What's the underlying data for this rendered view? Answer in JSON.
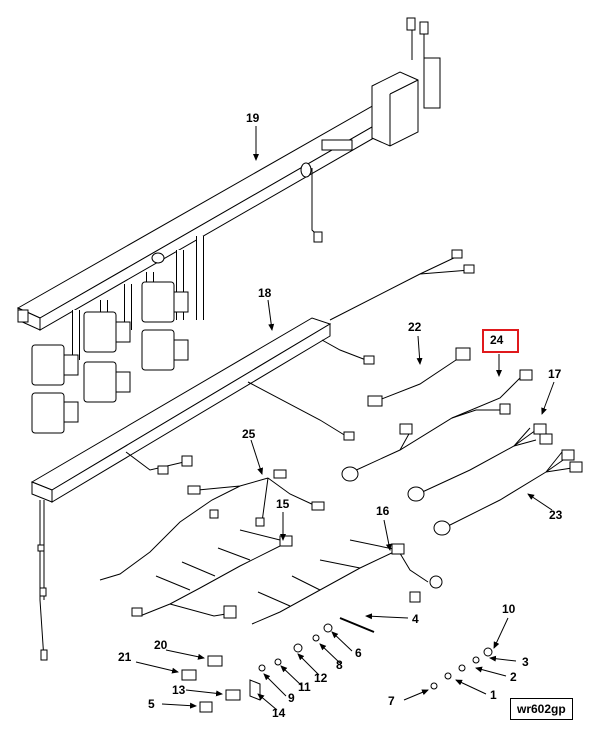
{
  "figure_id": "wr602gp",
  "highlight_color": "#e0191c",
  "highlighted_callout": "24",
  "callouts": {
    "c1": "1",
    "c2": "2",
    "c3": "3",
    "c4": "4",
    "c5": "5",
    "c6": "6",
    "c7": "7",
    "c8": "8",
    "c9": "9",
    "c10": "10",
    "c11": "11",
    "c12": "12",
    "c13": "13",
    "c14": "14",
    "c15": "15",
    "c16": "16",
    "c17": "17",
    "c18": "18",
    "c19": "19",
    "c20": "20",
    "c21": "21",
    "c22": "22",
    "c23": "23",
    "c24": "24",
    "c25": "25"
  }
}
